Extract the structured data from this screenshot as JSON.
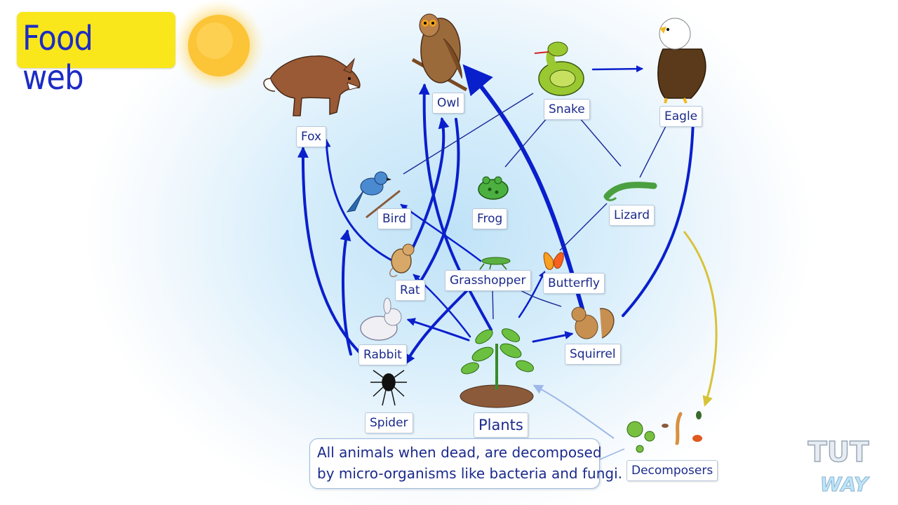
{
  "title": "Food web",
  "labels": {
    "fox": "Fox",
    "owl": "Owl",
    "snake": "Snake",
    "eagle": "Eagle",
    "bird": "Bird",
    "frog": "Frog",
    "lizard": "Lizard",
    "rat": "Rat",
    "grasshopper": "Grasshopper",
    "butterfly": "Butterfly",
    "rabbit": "Rabbit",
    "squirrel": "Squirrel",
    "spider": "Spider",
    "plants": "Plants",
    "decomposers": "Decomposers"
  },
  "note": {
    "line1": "All animals when dead, are decomposed",
    "line2": "by micro-organisms like bacteria and fungi."
  },
  "logo": {
    "top": "TUT",
    "bottom": "WAY"
  },
  "colors": {
    "title_bg": "#f9e71c",
    "title_text": "#1c2cc4",
    "arrow": "#0a1fcc",
    "thin_line": "#1a2a9a",
    "decomposer_arrow": "#d8c23a",
    "label_text": "#1b2a8c"
  }
}
